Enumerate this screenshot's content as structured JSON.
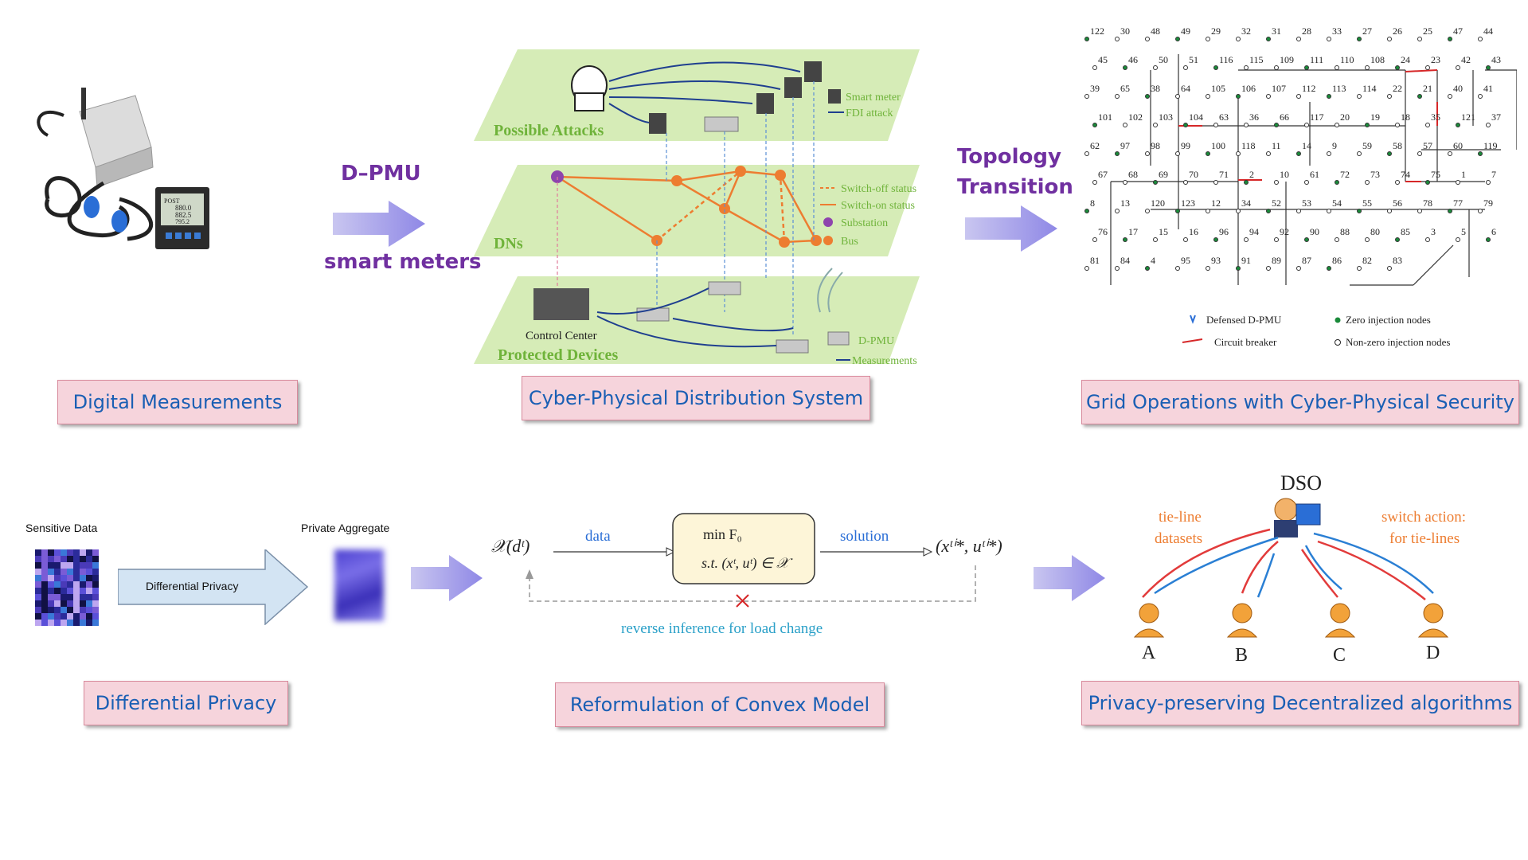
{
  "top_row": {
    "digital_measurements": {
      "label": "Digital Measurements",
      "meter_lines": [
        "POST",
        "880.0",
        "882.5",
        "795.2"
      ]
    },
    "dpmu_arrow": {
      "top_label": "D–PMU",
      "bottom_label": "smart meters"
    },
    "cps": {
      "label": "Cyber-Physical Distribution System",
      "layer_attacks": "Possible Attacks",
      "layer_dns": "DNs",
      "layer_protected": "Protected Devices",
      "control_center": "Control Center",
      "legend_attacks": [
        "Smart meter",
        "FDI attack"
      ],
      "legend_dns": [
        "Switch-off status",
        "Switch-on status",
        "Substation",
        "Bus"
      ],
      "legend_protected": [
        "D-PMU",
        "Measurements"
      ]
    },
    "topology_arrow": {
      "line1": "Topology",
      "line2": "Transition"
    },
    "grid": {
      "label": "Grid Operations with Cyber-Physical Security",
      "legend": [
        "Defensed D-PMU",
        "Zero injection nodes",
        "Circuit breaker",
        "Non-zero injection nodes"
      ],
      "node_labels": [
        "122",
        "30",
        "48",
        "49",
        "29",
        "32",
        "31",
        "28",
        "33",
        "27",
        "26",
        "25",
        "47",
        "44",
        "45",
        "46",
        "50",
        "51",
        "116",
        "115",
        "109",
        "111",
        "110",
        "108",
        "24",
        "23",
        "42",
        "43",
        "39",
        "65",
        "38",
        "64",
        "105",
        "106",
        "107",
        "112",
        "113",
        "114",
        "22",
        "21",
        "40",
        "41",
        "101",
        "102",
        "103",
        "104",
        "63",
        "36",
        "66",
        "117",
        "20",
        "19",
        "18",
        "35",
        "121",
        "37",
        "62",
        "97",
        "98",
        "99",
        "100",
        "118",
        "11",
        "14",
        "9",
        "59",
        "58",
        "57",
        "60",
        "119",
        "67",
        "68",
        "69",
        "70",
        "71",
        "2",
        "10",
        "61",
        "72",
        "73",
        "74",
        "75",
        "1",
        "7",
        "8",
        "13",
        "120",
        "123",
        "12",
        "34",
        "52",
        "53",
        "54",
        "55",
        "56",
        "78",
        "77",
        "79",
        "76",
        "17",
        "15",
        "16",
        "96",
        "94",
        "92",
        "90",
        "88",
        "80",
        "85",
        "3",
        "5",
        "6",
        "81",
        "84",
        "4",
        "95",
        "93",
        "91",
        "89",
        "87",
        "86",
        "82",
        "83"
      ]
    }
  },
  "bottom_row": {
    "dp": {
      "label": "Differential Privacy",
      "sensitive": "Sensitive Data",
      "aggregate": "Private Aggregate",
      "arrow_text": "Differential Privacy"
    },
    "convex": {
      "label": "Reformulation of Convex Model",
      "data_label": "data",
      "solution_label": "solution",
      "min_line": "min F₀",
      "st_line": "s.t. (xᵗ, uᵗ) ∈ 𝒳",
      "left_expr": "𝒳(dᵗ)",
      "right_expr": "(xᵗⁱ*, uᵗⁱ*)",
      "reverse": "reverse inference for load change"
    },
    "decentral": {
      "label": "Privacy-preserving Decentralized algorithms",
      "dso": "DSO",
      "left_text": "tie-line datasets",
      "left_line1": "tie-line",
      "left_line2": "datasets",
      "right_line1": "switch action:",
      "right_line2": "for tie-lines",
      "agents": [
        "A",
        "B",
        "C",
        "D"
      ]
    }
  },
  "colors": {
    "accent_purple": "#7030a0",
    "label_blue": "#1a5fb4",
    "box_pink": "#f6d4dc",
    "orange": "#ed7d31",
    "green_layer": "#d6ecb7"
  }
}
